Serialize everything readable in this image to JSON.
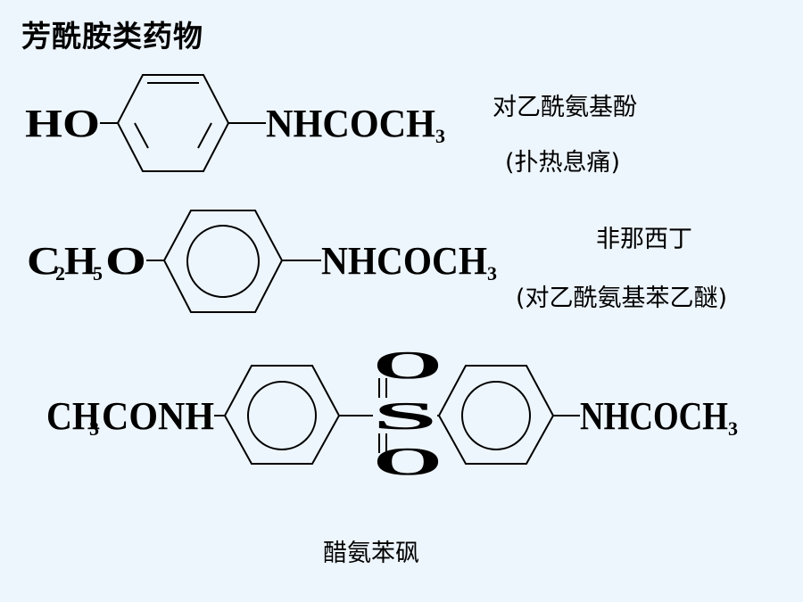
{
  "slide": {
    "title": "芳酰胺类药物",
    "drugs": [
      {
        "name": "对乙酰氨基酚",
        "alias": "(扑热息痛)",
        "left_group": "HO",
        "right_group": "NHCOCH",
        "right_sub": "3"
      },
      {
        "name": "非那西丁",
        "alias": "(对乙酰氨基苯乙醚)",
        "left_group": "C",
        "left_sub": "2",
        "left_group_2": "H",
        "left_sub_2": "5",
        "left_group_3": "O",
        "right_group": "NHCOCH",
        "right_sub": "3"
      },
      {
        "name": "醋氨苯砜",
        "left_group": "CH",
        "left_sub": "3",
        "left_group_2": "CONH",
        "center_atom": "S",
        "oxygen_top": "O",
        "oxygen_bottom": "O",
        "right_group": "NHCOCH",
        "right_sub": "3"
      }
    ]
  }
}
